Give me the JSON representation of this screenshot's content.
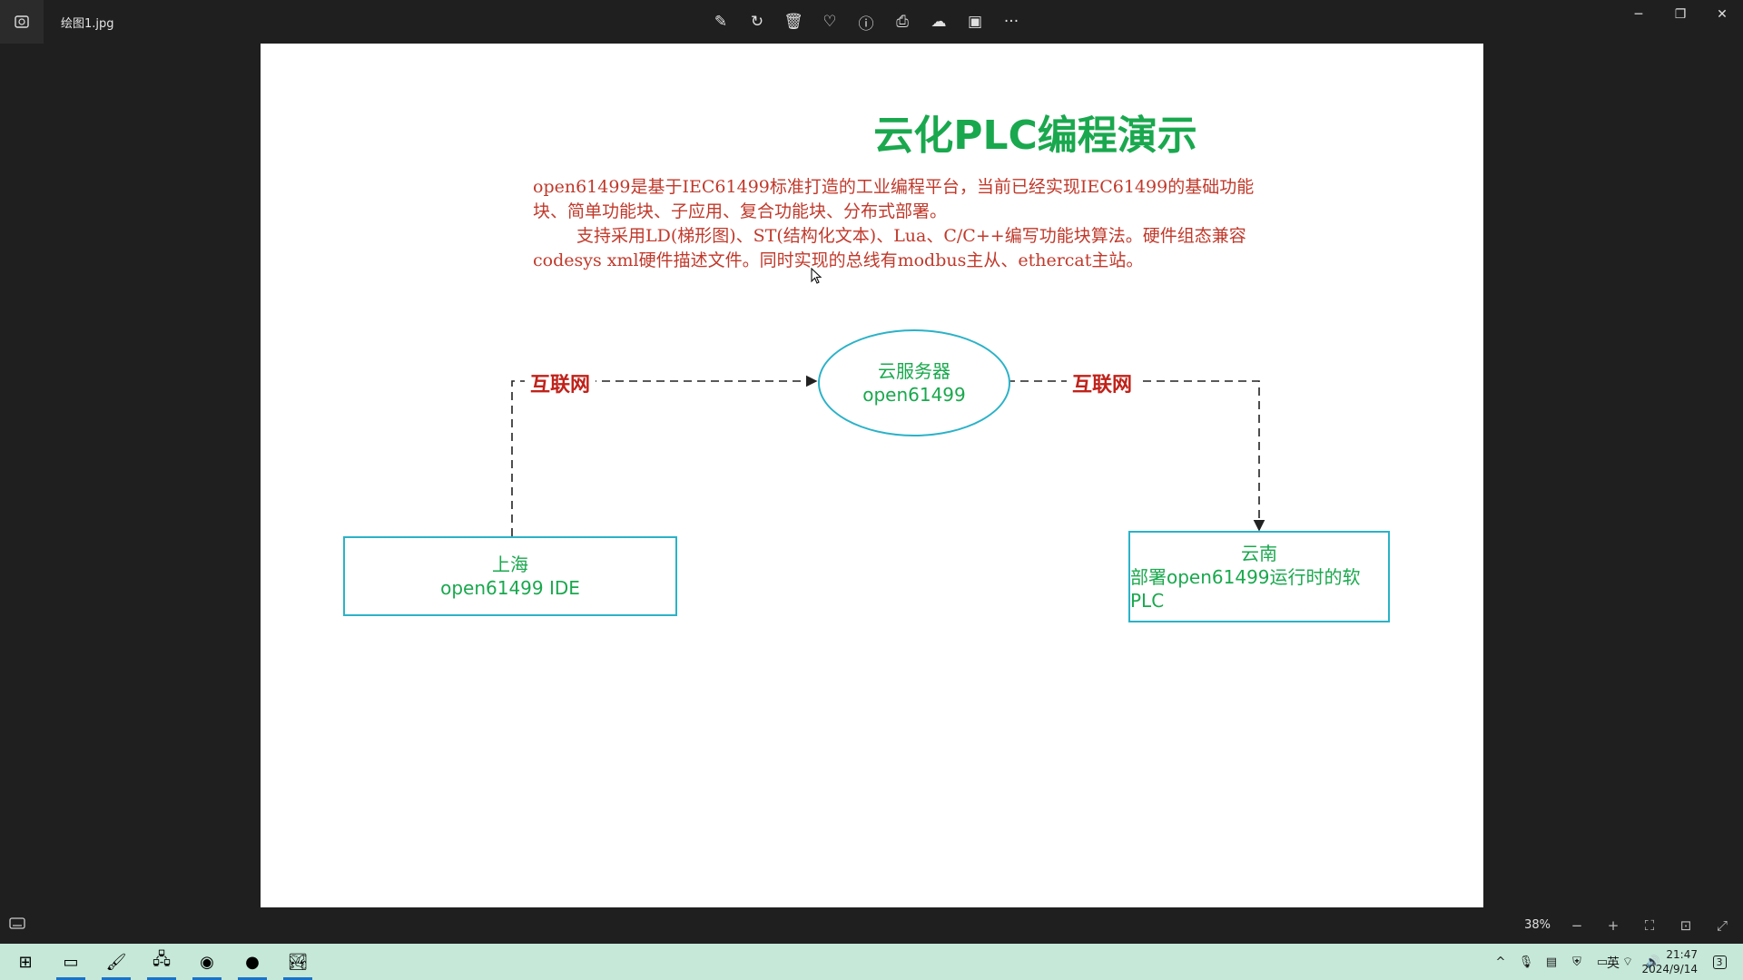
{
  "window": {
    "filename": "绘图1.jpg",
    "toolbar": [
      {
        "icon": "edit-image-icon",
        "glyph": "✎"
      },
      {
        "icon": "rotate-icon",
        "glyph": "↻"
      },
      {
        "icon": "delete-icon",
        "glyph": "🗑"
      },
      {
        "icon": "favorite-icon",
        "glyph": "♡"
      },
      {
        "icon": "info-icon",
        "glyph": "ⓘ"
      },
      {
        "icon": "print-icon",
        "glyph": "⎙"
      },
      {
        "icon": "onedrive-icon",
        "glyph": "☁"
      },
      {
        "icon": "clipchamp-icon",
        "glyph": "▣"
      },
      {
        "icon": "more-icon",
        "glyph": "···"
      }
    ],
    "controls": {
      "minimize": "─",
      "restore": "❐",
      "close": "✕"
    }
  },
  "diagram": {
    "title": "云化PLC编程演示",
    "desc_line1": "open61499是基于IEC61499标准打造的工业编程平台，当前已经实现IEC61499的基础功能块、简单功能块、子应用、复合功能块、分布式部署。",
    "desc_line2": "支持采用LD(梯形图)、ST(结构化文本)、Lua、C/C++编写功能块算法。硬件组态兼容codesys xml硬件描述文件。同时实现的总线有modbus主从、ethercat主站。",
    "server": {
      "name": "云服务器",
      "sub": "open61499"
    },
    "left_node": {
      "name": "上海",
      "sub": "open61499 IDE"
    },
    "right_node": {
      "name": "云南",
      "sub": "部署open61499运行时的软PLC"
    },
    "edge_left": "互联网",
    "edge_right": "互联网"
  },
  "footer": {
    "zoom": "38%",
    "icons": [
      {
        "icon": "zoom-out-icon",
        "glyph": "−"
      },
      {
        "icon": "zoom-in-icon",
        "glyph": "+"
      },
      {
        "icon": "fit-window-icon",
        "glyph": "⛶"
      },
      {
        "icon": "actual-size-icon",
        "glyph": "⊡"
      },
      {
        "icon": "fullscreen-icon",
        "glyph": "⤢"
      }
    ]
  },
  "taskbar": {
    "apps": [
      {
        "icon": "windows-start-icon",
        "glyph": "⊞"
      },
      {
        "icon": "terminal-icon",
        "glyph": "▭"
      },
      {
        "icon": "paint-icon",
        "glyph": "🖌"
      },
      {
        "icon": "network-tool-icon",
        "glyph": "🖧"
      },
      {
        "icon": "edge-browser-icon",
        "glyph": "◉"
      },
      {
        "icon": "recorder-icon",
        "glyph": "●"
      },
      {
        "icon": "photos-icon",
        "glyph": "🏞"
      }
    ],
    "tray": [
      {
        "icon": "chevron-up-icon",
        "glyph": "^"
      },
      {
        "icon": "microphone-icon",
        "glyph": "🎙"
      },
      {
        "icon": "display-icon",
        "glyph": "▤"
      },
      {
        "icon": "security-icon",
        "glyph": "⛨"
      },
      {
        "icon": "battery-icon",
        "glyph": "▭"
      },
      {
        "icon": "wifi-icon",
        "glyph": "⌔"
      },
      {
        "icon": "volume-icon",
        "glyph": "🔊"
      }
    ],
    "ime": "英",
    "time": "21:47",
    "date": "2024/9/14",
    "notifications": "3"
  }
}
